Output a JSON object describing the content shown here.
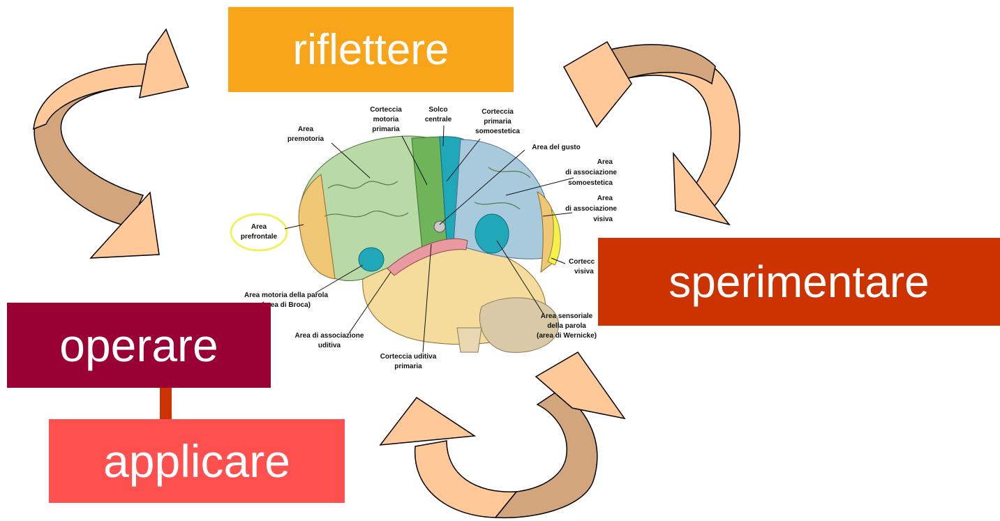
{
  "colors": {
    "riflettere": "#f9a51a",
    "sperimentare": "#cc3300",
    "operare": "#990033",
    "applicare": "#ff5050",
    "connector": "#cc3300",
    "arrow_front": "#fec898",
    "arrow_back": "#d2a57c"
  },
  "boxes": {
    "riflettere": "riflettere",
    "sperimentare": "sperimentare",
    "operare": "operare",
    "applicare": "applicare"
  },
  "brain": {
    "labels": {
      "corteccia_motoria": [
        "Corteccia",
        "motoria",
        "primaria"
      ],
      "solco_centrale": [
        "Solco",
        "centrale"
      ],
      "corteccia_somoestetica": [
        "Corteccia",
        "primaria",
        "somoestetica"
      ],
      "area_premotoria": [
        "Area",
        "premotoria"
      ],
      "area_gusto": [
        "Area del gusto"
      ],
      "area_assoc_somoestetica": [
        "Area",
        "di associazione",
        "somoestetica"
      ],
      "area_assoc_visiva": [
        "Area",
        "di associazione",
        "visiva"
      ],
      "area_prefrontale": [
        "Area",
        "prefrontale"
      ],
      "corteccia_visiva": [
        "Cortecc",
        "visiva"
      ],
      "area_broca": [
        "Area motoria della parola",
        "(area di Broca)"
      ],
      "area_wernicke": [
        "Area sensoriale",
        "della parola",
        "(area di Wernicke)"
      ],
      "area_assoc_uditiva": [
        "Area di associazione",
        "uditiva"
      ],
      "corteccia_uditiva": [
        "Corteccia uditiva",
        "primaria"
      ]
    }
  }
}
